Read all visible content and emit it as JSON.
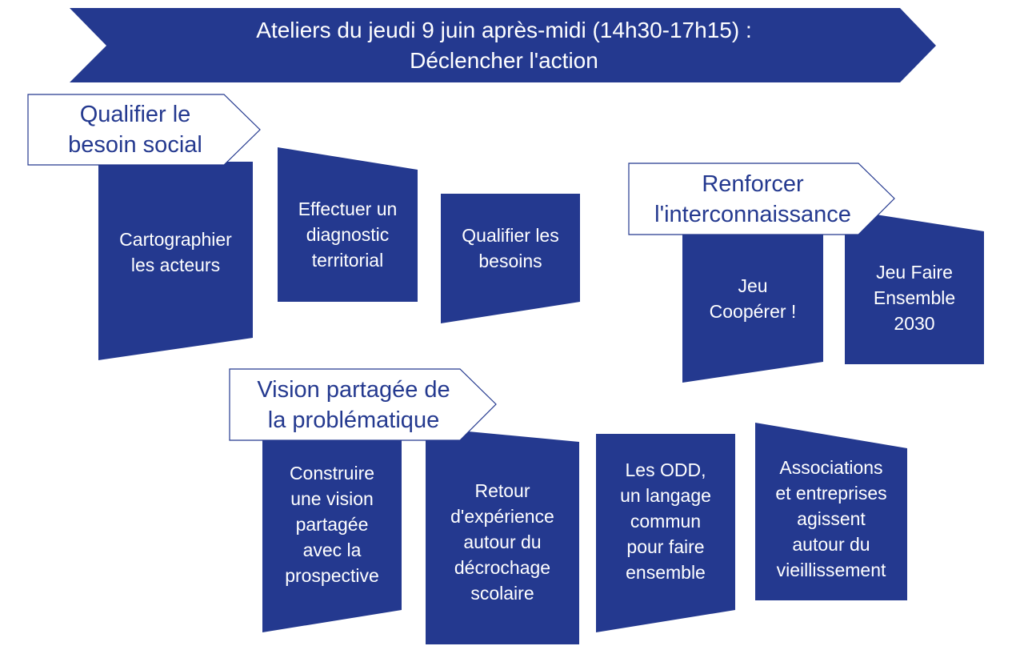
{
  "colors": {
    "primary": "#24398f",
    "background": "#ffffff"
  },
  "banner": {
    "title": "Ateliers du jeudi 9 juin après-midi (14h30-17h15) :\nDéclencher l'action"
  },
  "groups": [
    {
      "label": "Qualifier le\nbesoin social",
      "workshops": [
        "Cartographier\nles acteurs",
        "Effectuer un\ndiagnostic\nterritorial",
        "Qualifier les\nbesoins"
      ]
    },
    {
      "label": "Renforcer\nl'interconnaissance",
      "workshops": [
        "Jeu\nCoopérer !",
        "Jeu Faire\nEnsemble\n2030"
      ]
    },
    {
      "label": "Vision partagée de\nla problématique",
      "workshops": [
        "Construire\nune vision\npartagée\navec la\nprospective",
        "Retour\nd'expérience\nautour du\ndécrochage\nscolaire",
        "Les ODD,\nun langage\ncommun\npour faire\nensemble",
        "Associations\net entreprises\nagissent\nautour du\nvieillissement"
      ]
    }
  ]
}
